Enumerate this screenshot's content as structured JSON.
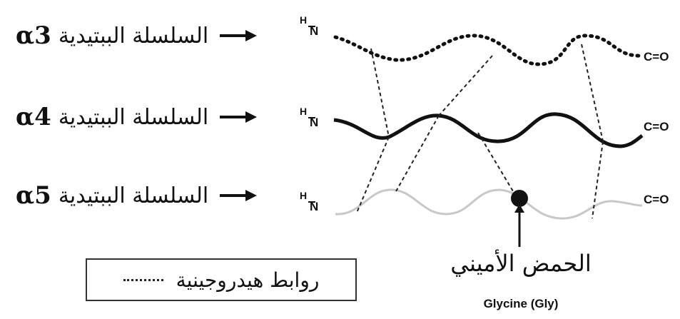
{
  "chains": [
    {
      "greek": "α3",
      "arabic": "السلسلة الببتيدية",
      "n_h": "H",
      "n_n": "N",
      "c_term": "C=O"
    },
    {
      "greek": "α4",
      "arabic": "السلسلة الببتيدية",
      "n_h": "H",
      "n_n": "N",
      "c_term": "C=O"
    },
    {
      "greek": "α5",
      "arabic": "السلسلة الببتيدية",
      "n_h": "H",
      "n_n": "N",
      "c_term": "C=O"
    }
  ],
  "glycine": {
    "arabic": "الحمض الأميني",
    "latin": "Glycine (Gly)"
  },
  "legend": {
    "label": "روابط هيدروجينية"
  },
  "colors": {
    "ink": "#111111",
    "light_chain": "#c8c8c8",
    "dot": "#111111"
  }
}
